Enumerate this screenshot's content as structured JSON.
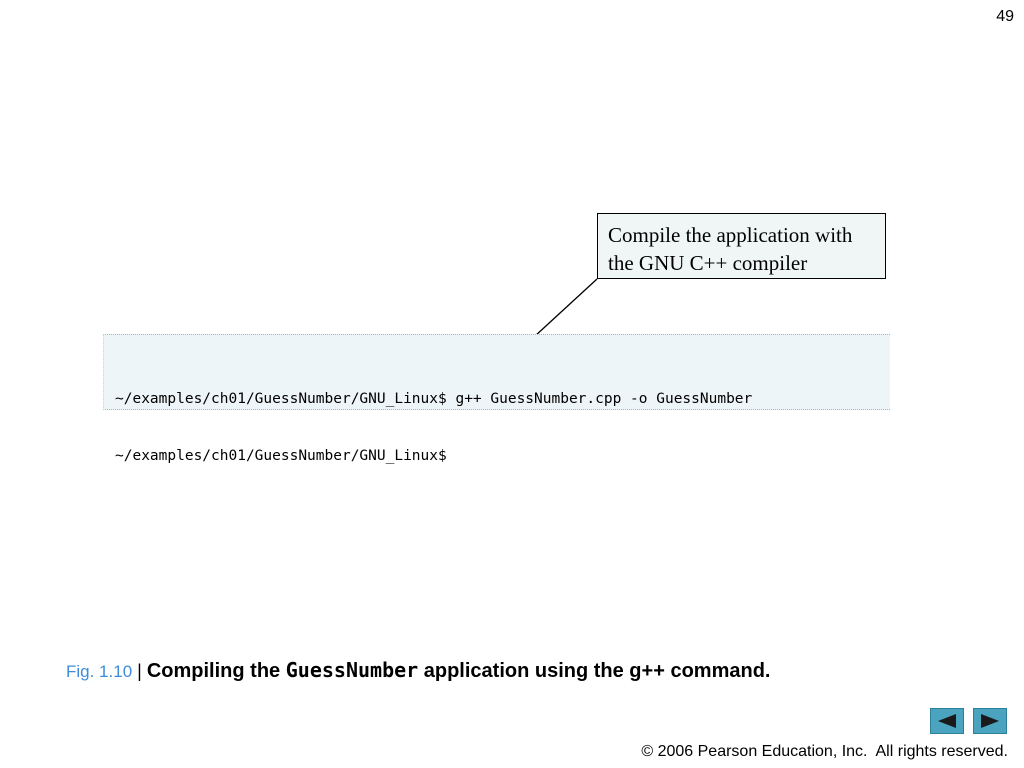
{
  "slide": {
    "page_number": "49"
  },
  "callout": {
    "line1": "Compile the application with",
    "line2": "the GNU C++ compiler"
  },
  "terminal": {
    "lines": [
      "~/examples/ch01/GuessNumber/GNU_Linux$ g++ GuessNumber.cpp -o GuessNumber",
      "~/examples/ch01/GuessNumber/GNU_Linux$"
    ]
  },
  "caption": {
    "fig_label": "Fig. 1.10",
    "separator": " | ",
    "text_before": "Compiling the ",
    "code": "GuessNumber",
    "text_after": " application using the g++ command."
  },
  "nav": {
    "prev_icon": "left-triangle-icon",
    "next_icon": "right-triangle-icon"
  },
  "footer": {
    "copyright": "© 2006 Pearson Education, Inc.  All rights reserved."
  },
  "colors": {
    "caption_label": "#3d8ddc",
    "nav_button": "#4aa3bf",
    "terminal_bg": "#eef5f8",
    "callout_bg": "#f0f6f6"
  }
}
